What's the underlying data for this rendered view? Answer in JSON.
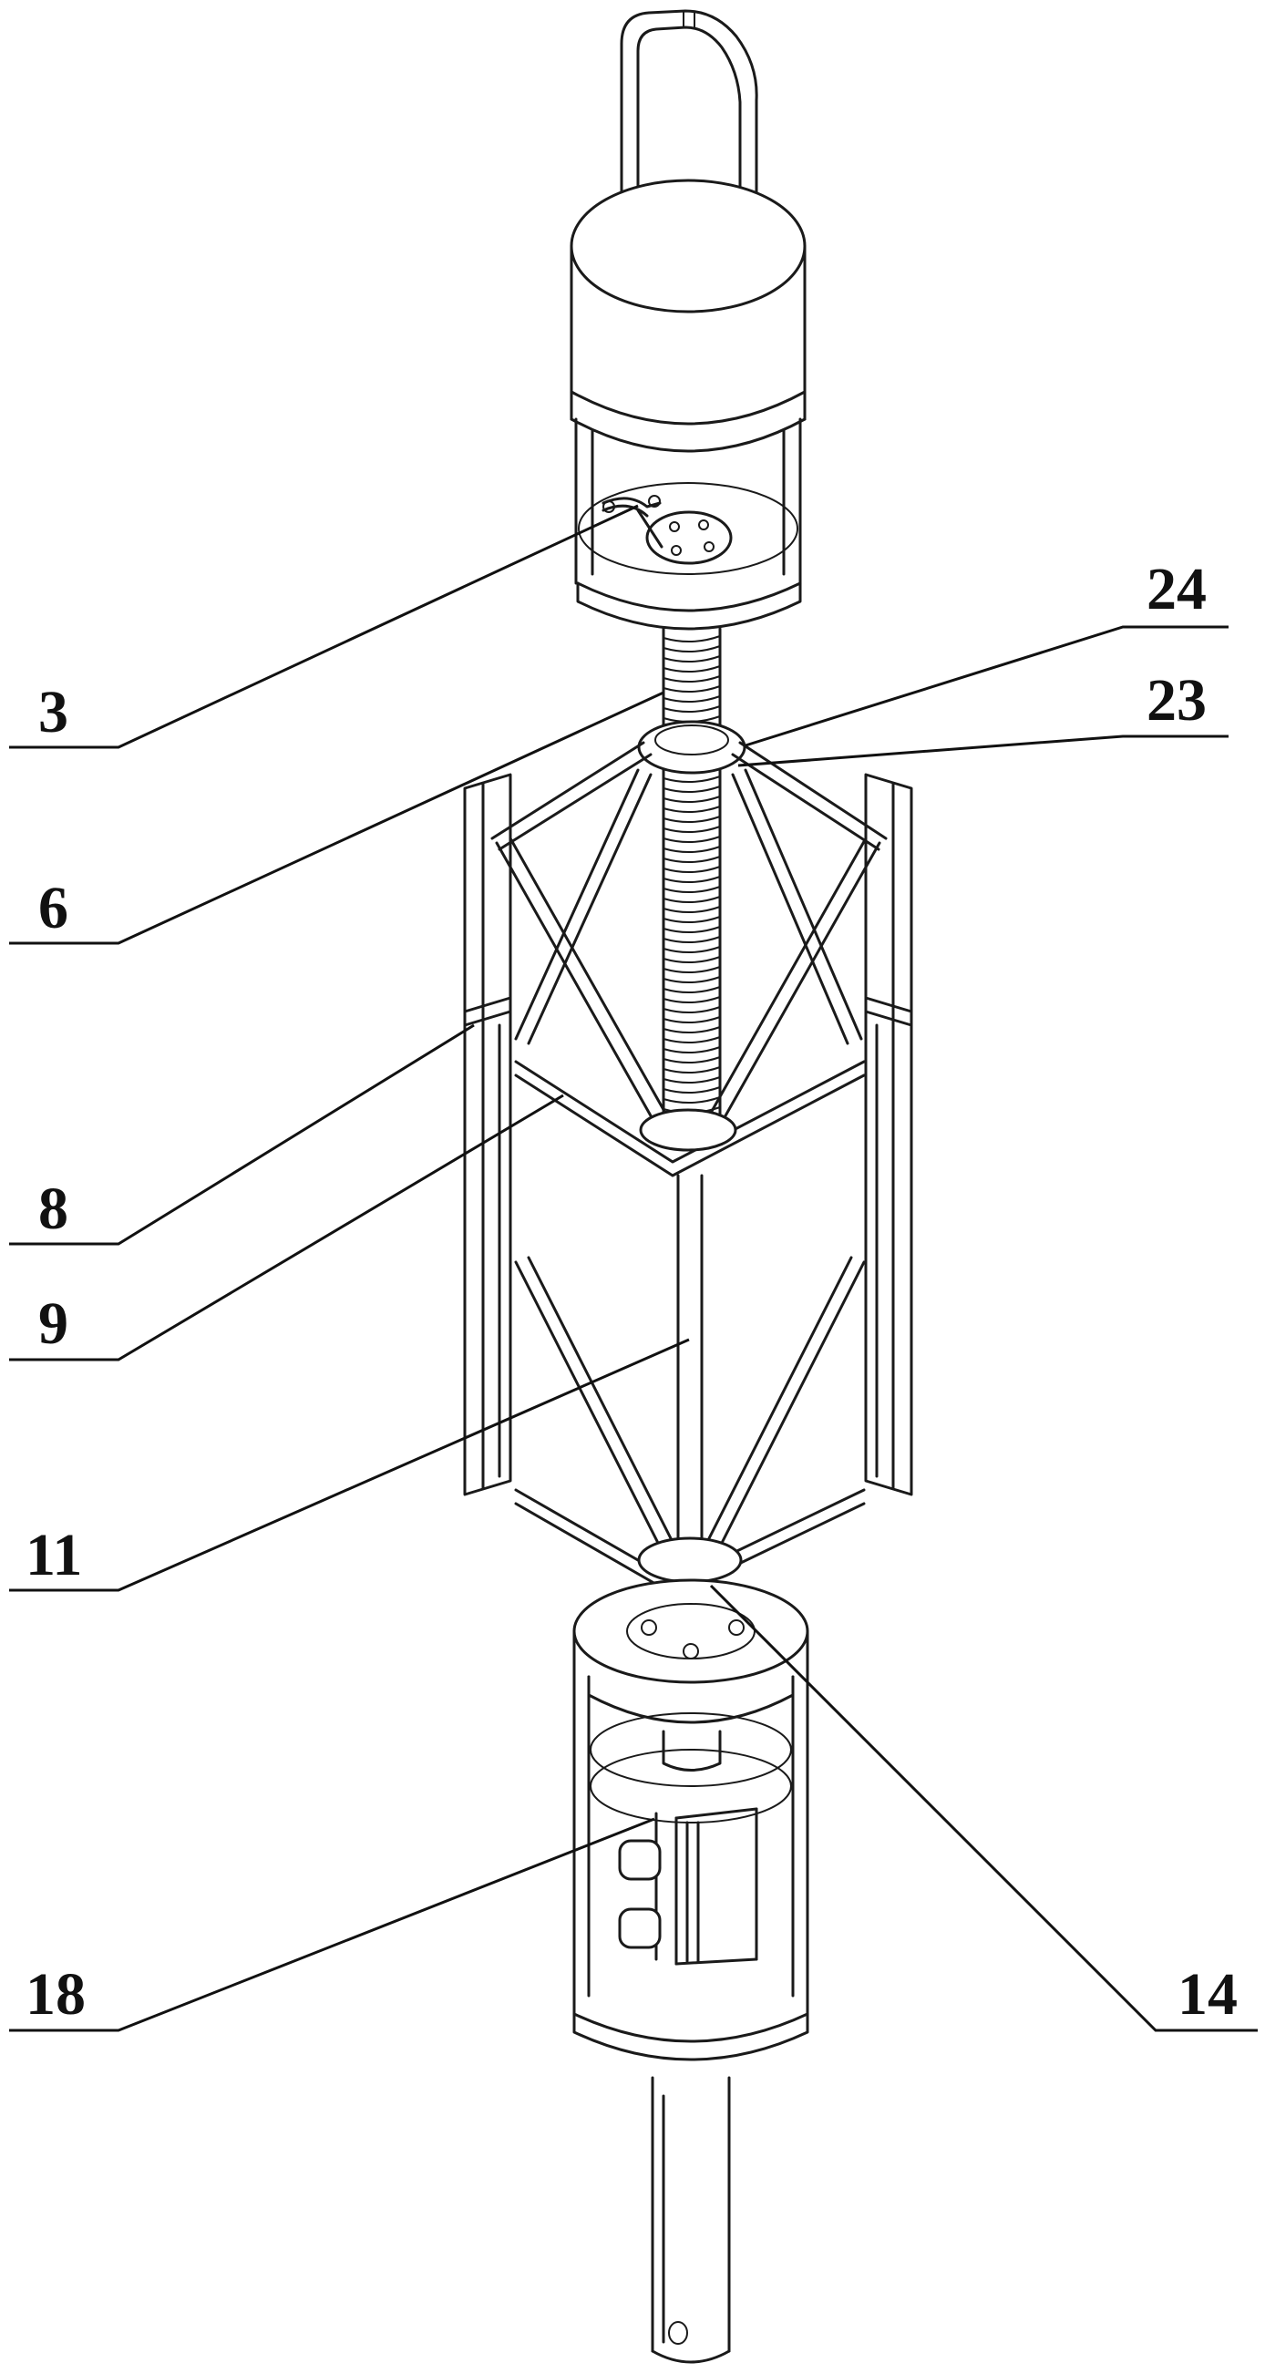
{
  "callouts": [
    {
      "id": "c3",
      "label": "3"
    },
    {
      "id": "c24",
      "label": "24"
    },
    {
      "id": "c23",
      "label": "23"
    },
    {
      "id": "c6",
      "label": "6"
    },
    {
      "id": "c8",
      "label": "8"
    },
    {
      "id": "c9",
      "label": "9"
    },
    {
      "id": "c11",
      "label": "11"
    },
    {
      "id": "c18",
      "label": "18"
    },
    {
      "id": "c14",
      "label": "14"
    }
  ]
}
